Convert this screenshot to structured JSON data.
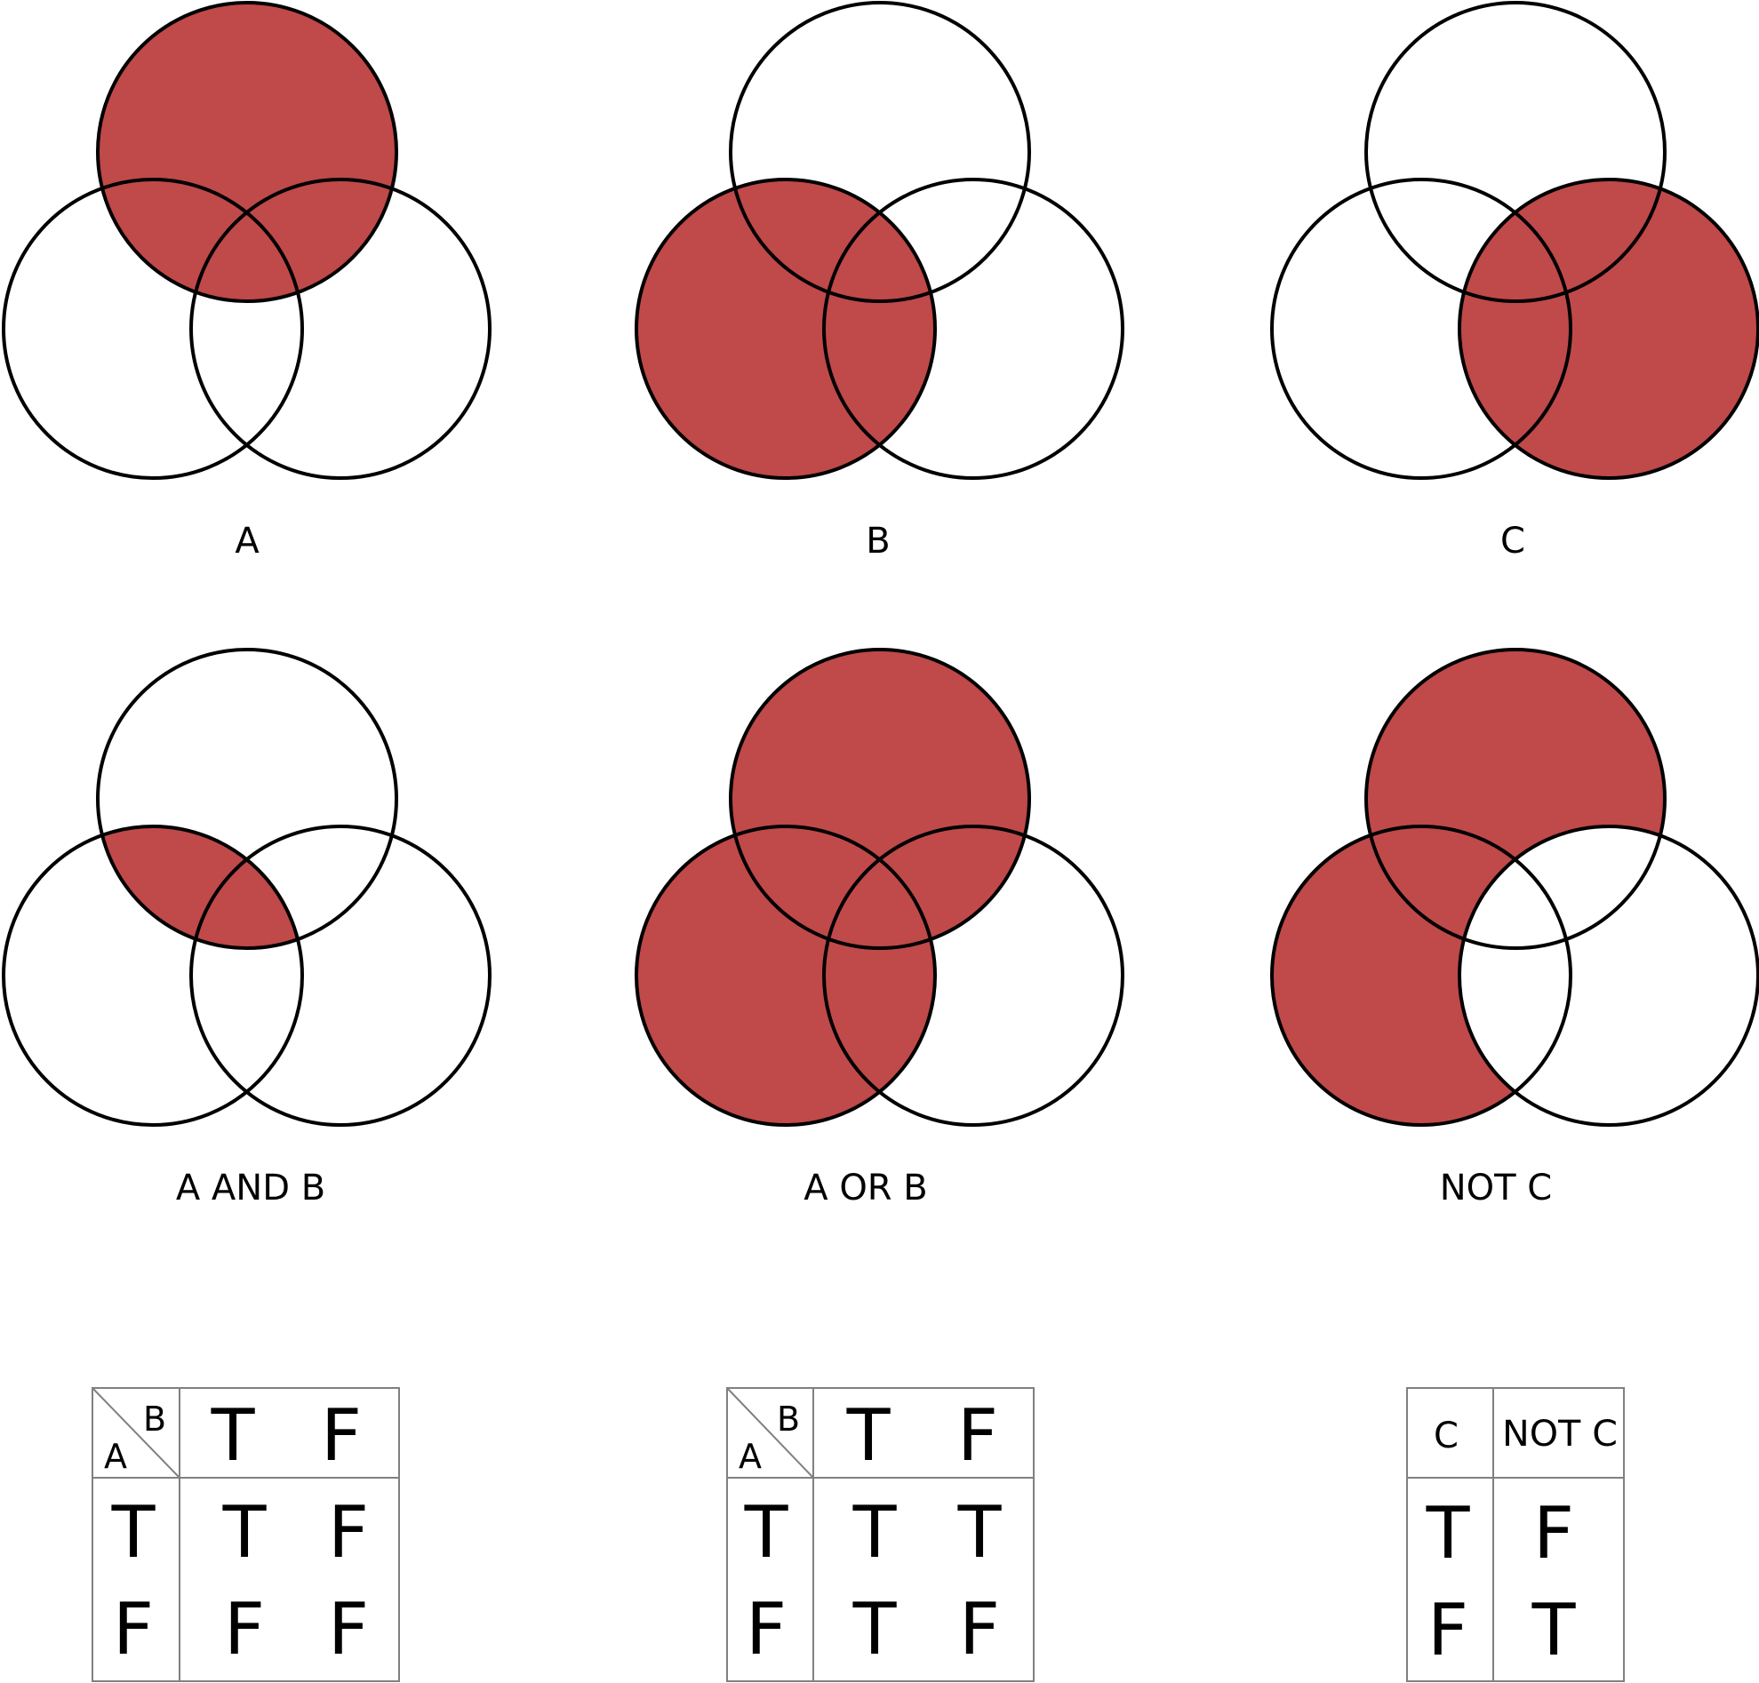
{
  "colors": {
    "fill": "#c0494a",
    "stroke": "#000000",
    "table_line": "#808080"
  },
  "diagrams": [
    {
      "label": "A",
      "shade": [
        "A"
      ]
    },
    {
      "label": "B",
      "shade": [
        "B"
      ]
    },
    {
      "label": "C",
      "shade": [
        "C"
      ]
    },
    {
      "label": "A AND B",
      "shade": [
        "A&B"
      ]
    },
    {
      "label": "A OR B",
      "shade": [
        "A",
        "B"
      ]
    },
    {
      "label": "NOT C",
      "shade": [
        "NOT C"
      ]
    }
  ],
  "tables": {
    "and": {
      "corner_row": "A",
      "corner_col": "B",
      "col_headers": [
        "T",
        "F"
      ],
      "row_headers": [
        "T",
        "F"
      ],
      "cells": [
        [
          "T",
          "F"
        ],
        [
          "F",
          "F"
        ]
      ]
    },
    "or": {
      "corner_row": "A",
      "corner_col": "B",
      "col_headers": [
        "T",
        "F"
      ],
      "row_headers": [
        "T",
        "F"
      ],
      "cells": [
        [
          "T",
          "T"
        ],
        [
          "T",
          "F"
        ]
      ]
    },
    "not": {
      "headers": [
        "C",
        "NOT C"
      ],
      "rows": [
        [
          "T",
          "F"
        ],
        [
          "F",
          "T"
        ]
      ]
    }
  }
}
